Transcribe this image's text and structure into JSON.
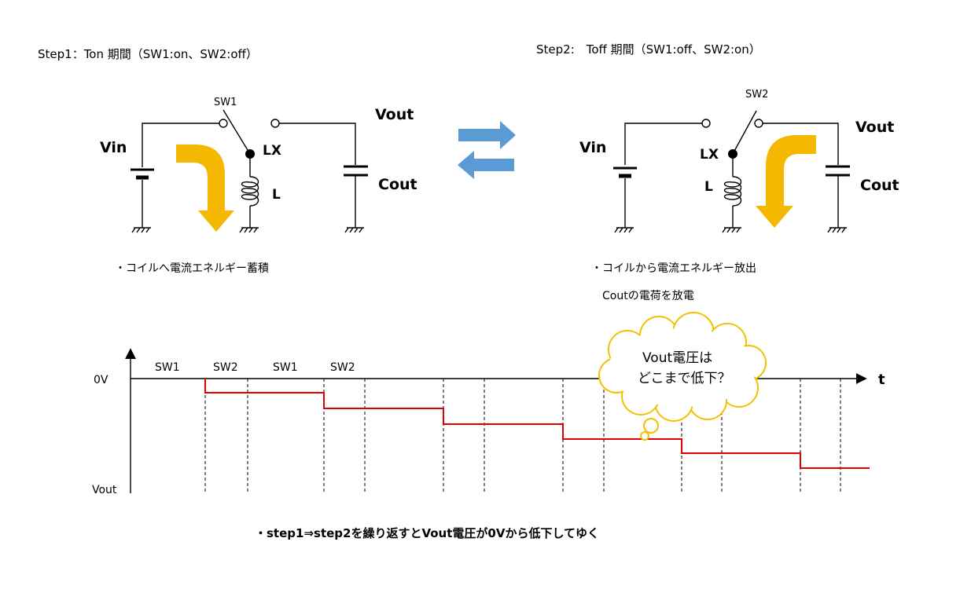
{
  "step1": {
    "title": "Step1：Ton 期間（SW1:on、SW2:off）",
    "sw_label": "SW1",
    "vin": "Vin",
    "vout": "Vout",
    "lx": "LX",
    "l": "L",
    "cout": "Cout",
    "note": "・コイルへ電流エネルギー蓄積"
  },
  "step2": {
    "title": "Step2:　Toff 期間（SW1:off、SW2:on）",
    "sw_label": "SW2",
    "vin": "Vin",
    "vout": "Vout",
    "lx": "LX",
    "l": "L",
    "cout": "Cout",
    "note1": "・コイルから電流エネルギー放出",
    "note2": "Coutの電荷を放電"
  },
  "timing": {
    "phases": [
      "SW1",
      "SW2",
      "SW1",
      "SW2"
    ],
    "y_top_label": "0V",
    "y_bottom_label": "Vout",
    "x_axis_label": "t",
    "bubble_line1": "Vout電圧は",
    "bubble_line2": "どこまで低下？",
    "footer": "・step1⇒step2を繰り返すとVout電圧が0Vから低下してゆく"
  },
  "colors": {
    "arrow_orange": "#f5b800",
    "arrow_blue": "#5b9bd5",
    "trace_red": "#e00000"
  }
}
